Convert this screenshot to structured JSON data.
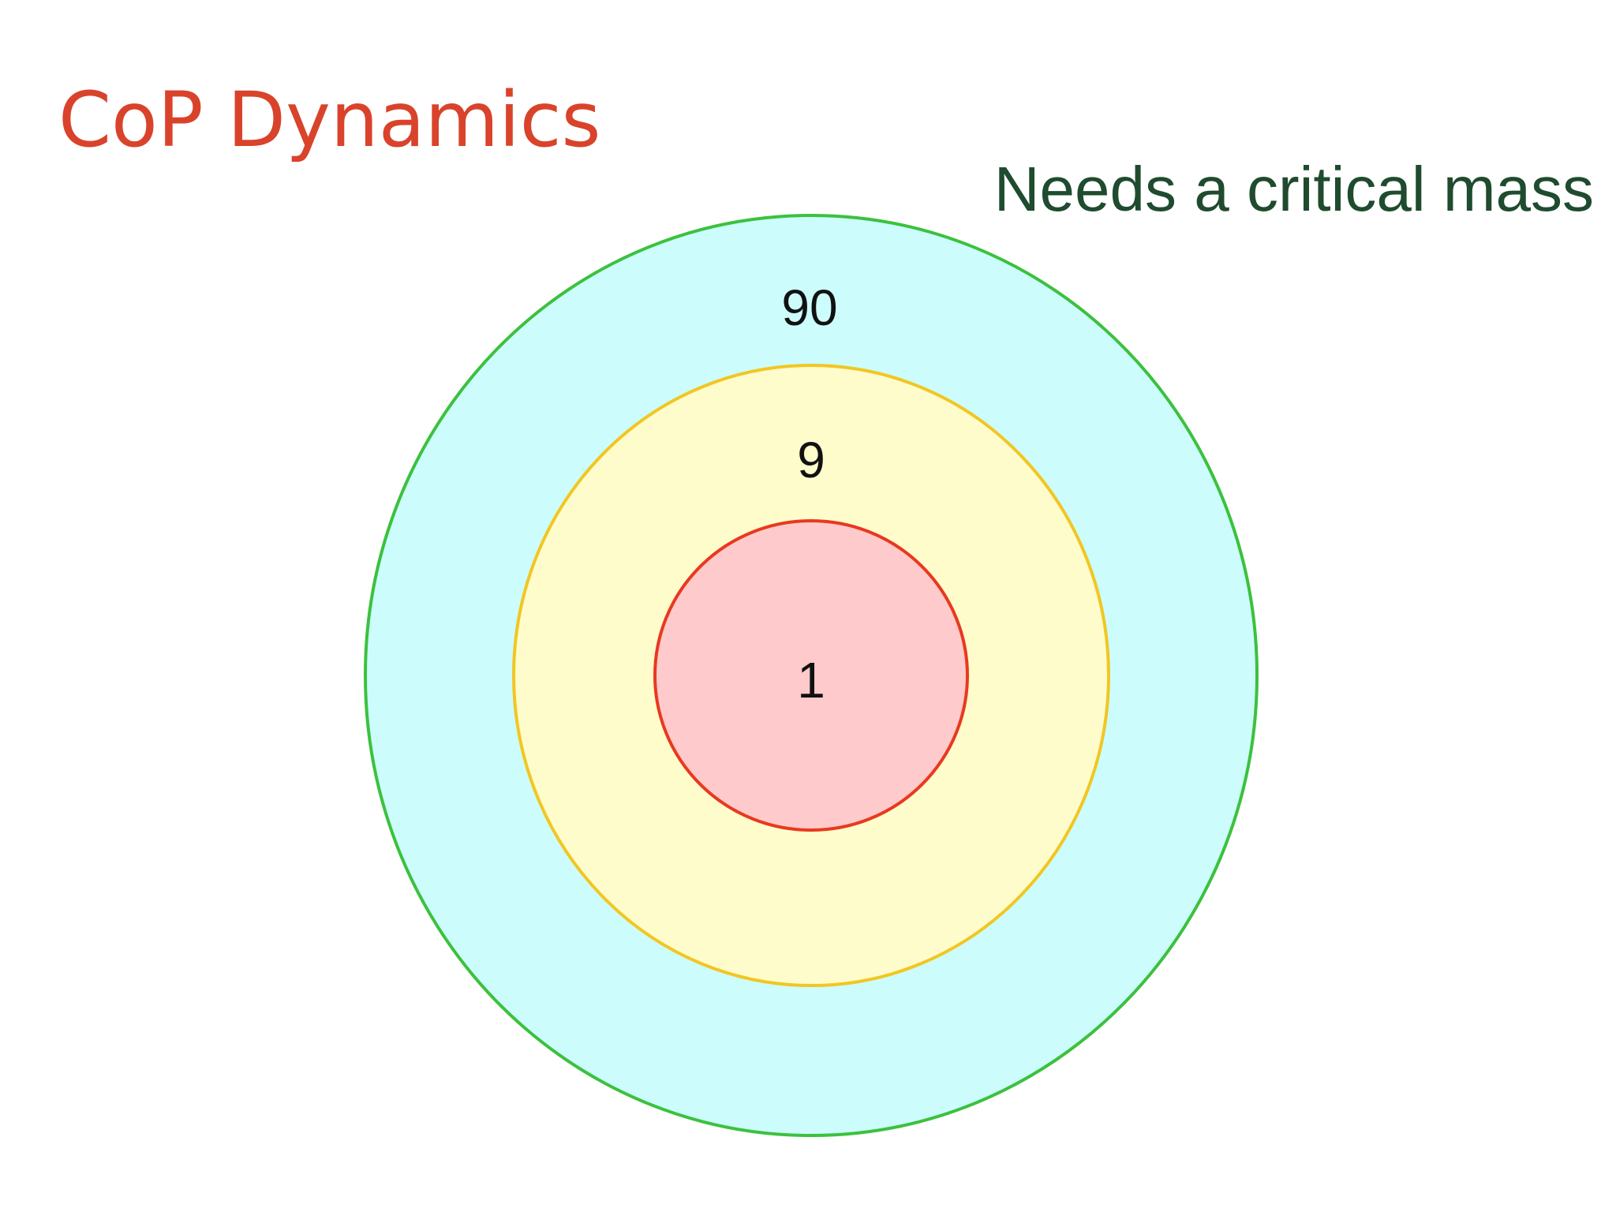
{
  "slide": {
    "title": "CoP Dynamics",
    "subtitle": "Needs a critical mass"
  },
  "rings": [
    {
      "label": "90",
      "fill": "#ccfdfc",
      "stroke": "#3cc13e"
    },
    {
      "label": "9",
      "fill": "#fffccc",
      "stroke": "#f2c622"
    },
    {
      "label": "1",
      "fill": "#ffcacb",
      "stroke": "#e8391f"
    }
  ],
  "colors": {
    "title": "#d9432b",
    "subtitle": "#1f4b2e",
    "background": "#ffffff"
  }
}
